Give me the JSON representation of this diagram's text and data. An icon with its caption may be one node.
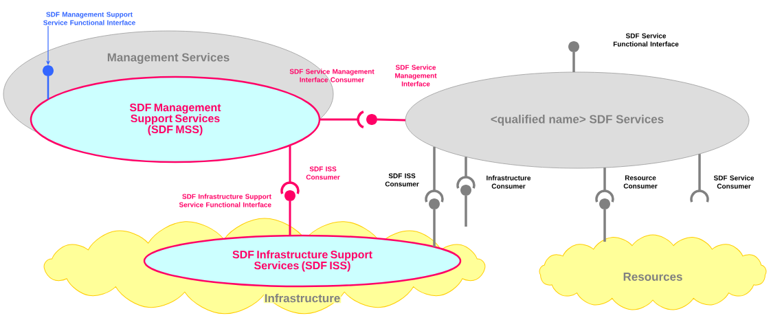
{
  "diagram": {
    "nodes": [
      {
        "text": [
          "Management Services"
        ]
      },
      {
        "text": [
          "SDF Management Support Services (SDF MSS)"
        ],
        "in": 0
      },
      {
        "text": [
          "<qualified name> SDF Services"
        ]
      },
      {
        "text": [
          "Infrastructure"
        ]
      },
      {
        "text": [
          "SDF Infrastructure Support Services (SDF ISS)"
        ],
        "in": 3
      },
      {
        "text": [
          "Resources"
        ]
      },
      {
        "text": [
          "SDF Management Support Service Functional Interface"
        ]
      },
      {
        "text": [],
        "shape": "circle",
        "in": 0
      },
      {
        "text": [],
        "shape": "arc"
      },
      {
        "text": [],
        "shape": "circle"
      },
      {
        "text": [],
        "shape": "arc",
        "beside": [
          "SDF ISS Consumer"
        ]
      },
      {
        "text": [],
        "shape": "circle",
        "beside": [
          "SDF Infrastructure Support Service Functional Interface"
        ]
      },
      {
        "text": [],
        "shape": "circle"
      },
      {
        "text": [],
        "shape": "arc",
        "beside": [
          "SDF ISS Consumer"
        ]
      },
      {
        "text": [],
        "shape": "circle"
      },
      {
        "text": [],
        "shape": "arc",
        "beside": [
          "Infrastructure Consumer"
        ]
      },
      {
        "text": [],
        "shape": "circle"
      },
      {
        "text": [],
        "shape": "arc",
        "beside": [
          "Resource Consumer"
        ]
      },
      {
        "text": [],
        "shape": "circle"
      },
      {
        "text": [],
        "shape": "arc",
        "beside": [
          "SDF Service Consumer"
        ]
      }
    ],
    "edges": [
      {
        "from": 6,
        "to": 7,
        "arrow": "to",
        "color": "#3366ff"
      },
      {
        "from": 7,
        "to": 1,
        "arrow": "none",
        "color": "#3366ff"
      },
      {
        "from": 1,
        "to": 8,
        "arrow": "none",
        "color": "#ff0066"
      },
      {
        "from": 9,
        "to": 2,
        "arrow": "none",
        "color": "#ff0066"
      },
      {
        "from": 1,
        "to": 10,
        "arrow": "none",
        "color": "#ff0066"
      },
      {
        "from": 11,
        "to": 4,
        "arrow": "none",
        "color": "#ff0066"
      },
      {
        "from": 12,
        "to": 2,
        "arrow": "none"
      },
      {
        "from": 2,
        "to": 13,
        "arrow": "none"
      },
      {
        "from": 14,
        "to": 4,
        "arrow": "none"
      },
      {
        "from": 2,
        "to": 15,
        "arrow": "none"
      },
      {
        "from": 16,
        "to": 3,
        "arrow": "none"
      },
      {
        "from": 2,
        "to": 17,
        "arrow": "none"
      },
      {
        "from": 18,
        "to": 5,
        "arrow": "none"
      },
      {
        "from": 2,
        "to": 19,
        "arrow": "none"
      }
    ],
    "labels": [
      "SDF Service Functional Interface",
      "SDF Service Management Interface Consumer",
      "SDF Service Management Interface"
    ]
  }
}
